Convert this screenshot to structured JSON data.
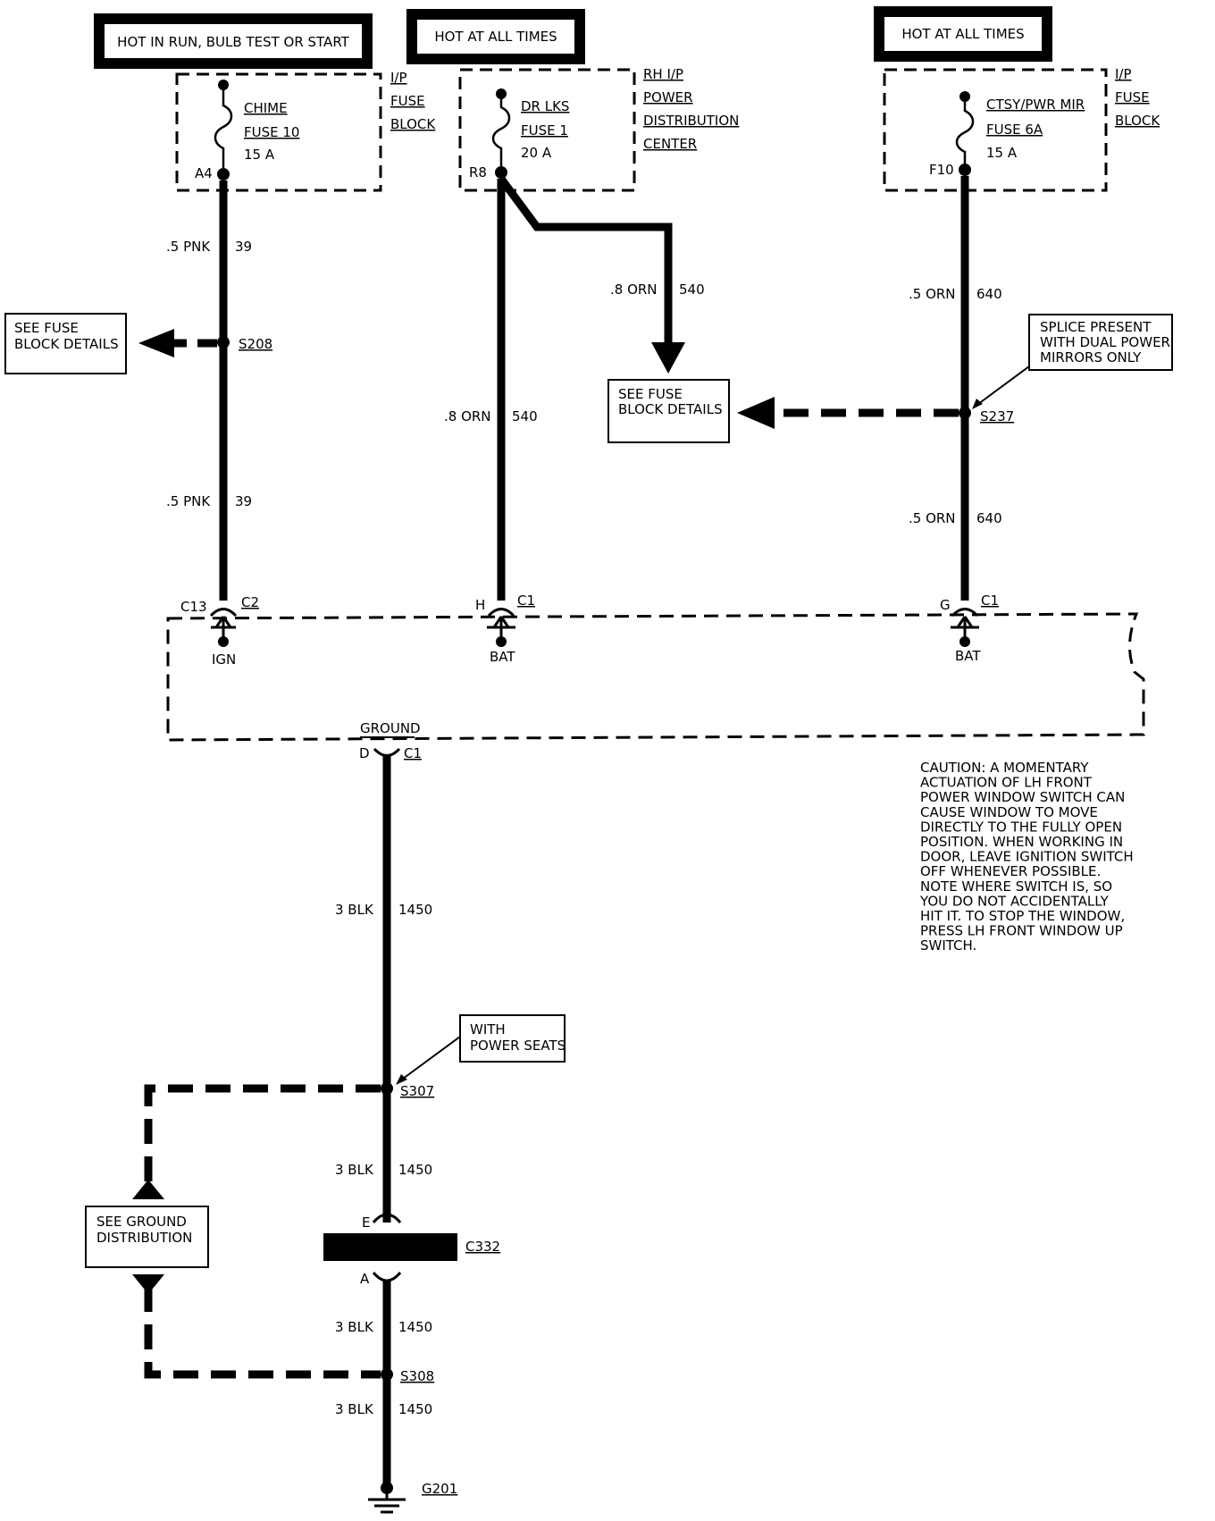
{
  "power_sources": {
    "run": "HOT IN RUN, BULB TEST OR START",
    "hot1": "HOT AT ALL TIMES",
    "hot2": "HOT AT ALL TIMES"
  },
  "fuses": {
    "chime": {
      "name": "CHIME",
      "fuse": "FUSE 10",
      "rating": "15 A",
      "pin": "A4"
    },
    "drlks": {
      "name": "DR LKS",
      "fuse": "FUSE 1",
      "rating": "20 A",
      "pin": "R8"
    },
    "ctsy": {
      "name": "CTSY/PWR MIR",
      "fuse": "FUSE 6A",
      "rating": "15 A",
      "pin": "F10"
    }
  },
  "blocks": {
    "ip_fuse_block_left": [
      "I/P",
      "FUSE",
      "BLOCK"
    ],
    "rh_pdc": [
      "RH I/P",
      "POWER",
      "DISTRIBUTION",
      "CENTER"
    ],
    "ip_fuse_block_right": [
      "I/P",
      "FUSE",
      "BLOCK"
    ]
  },
  "wires": {
    "pnk_size": ".5 PNK",
    "pnk_circuit": "39",
    "orn8_size": ".8 ORN",
    "orn8_circuit": "540",
    "orn5_size": ".5 ORN",
    "orn5_circuit": "640",
    "blk_size": "3 BLK",
    "blk_circuit": "1450"
  },
  "splices": {
    "s208": "S208",
    "s237": "S237",
    "s307": "S307",
    "s308": "S308"
  },
  "notes": {
    "see_fuse_left": [
      "SEE FUSE",
      "BLOCK DETAILS"
    ],
    "see_fuse_mid": [
      "SEE FUSE",
      "BLOCK DETAILS"
    ],
    "splice_note": [
      "SPLICE PRESENT",
      "WITH DUAL POWER",
      "MIRRORS ONLY"
    ],
    "power_seats": [
      "WITH",
      "POWER SEATS"
    ],
    "see_ground": [
      "SEE GROUND",
      "DISTRIBUTION"
    ]
  },
  "connectors": {
    "c13": "C13",
    "c2": "C2",
    "ign": "IGN",
    "h": "H",
    "c1a": "C1",
    "bat1": "BAT",
    "g": "G",
    "c1b": "C1",
    "bat2": "BAT",
    "ground": "GROUND",
    "d": "D",
    "c1c": "C1",
    "e": "E",
    "a": "A",
    "c332": "C332",
    "g201": "G201"
  },
  "caution": [
    "CAUTION: A MOMENTARY",
    "ACTUATION OF LH FRONT",
    "POWER WINDOW SWITCH CAN",
    "CAUSE WINDOW TO MOVE",
    "DIRECTLY TO THE FULLY OPEN",
    "POSITION. WHEN WORKING IN",
    "DOOR, LEAVE IGNITION SWITCH",
    "OFF WHENEVER POSSIBLE.",
    "NOTE WHERE SWITCH IS, SO",
    "YOU DO NOT ACCIDENTALLY",
    "HIT IT. TO STOP THE WINDOW,",
    "PRESS LH FRONT WINDOW UP",
    "SWITCH."
  ]
}
